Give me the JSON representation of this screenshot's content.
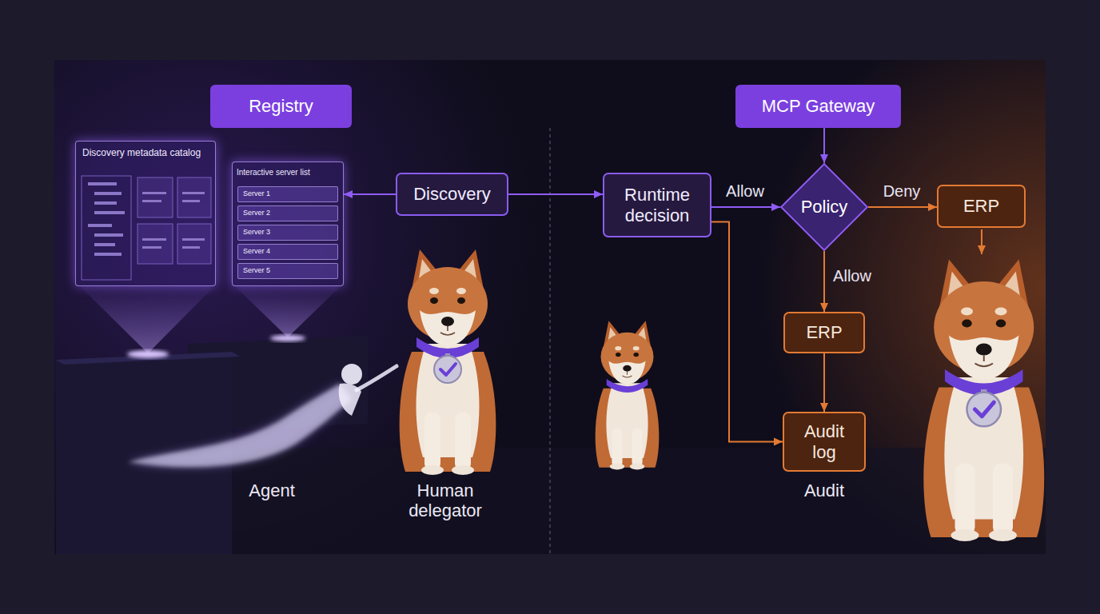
{
  "diagram": {
    "nodes": [
      {
        "text": [
          "Registry"
        ]
      },
      {
        "text": [
          "Discovery metadata catalog"
        ]
      },
      {
        "text": [
          "Interactive server list"
        ]
      },
      {
        "text": [
          "Server 1"
        ],
        "in": 2
      },
      {
        "text": [
          "Server 2"
        ],
        "in": 2
      },
      {
        "text": [
          "Server 3"
        ],
        "in": 2
      },
      {
        "text": [
          "Server 4"
        ],
        "in": 2
      },
      {
        "text": [
          "Server 5"
        ],
        "in": 2
      },
      {
        "text": [
          "Discovery"
        ]
      },
      {
        "text": [
          "MCP Gateway"
        ]
      },
      {
        "text": [
          "Runtime decision"
        ]
      },
      {
        "text": [
          "Policy"
        ]
      },
      {
        "text": [
          "ERP"
        ]
      },
      {
        "text": [
          "ERP"
        ]
      },
      {
        "text": [
          "Audit log"
        ]
      }
    ],
    "edges": [
      {
        "from": 8,
        "to": 2,
        "arrow": "to"
      },
      {
        "from": 8,
        "to": 10,
        "arrow": "to"
      },
      {
        "from": 9,
        "to": 11,
        "arrow": "to"
      },
      {
        "from": 10,
        "to": 11,
        "label": "Allow",
        "arrow": "to"
      },
      {
        "from": 11,
        "to": 12,
        "label": "Deny",
        "arrow": "to"
      },
      {
        "from": 11,
        "to": 13,
        "label": "Allow",
        "arrow": "to"
      },
      {
        "from": 13,
        "to": 14,
        "arrow": "to"
      },
      {
        "from": 10,
        "to": 14,
        "arrow": "to"
      }
    ],
    "labels": [
      "Agent",
      "Human delegator",
      "Audit"
    ]
  }
}
